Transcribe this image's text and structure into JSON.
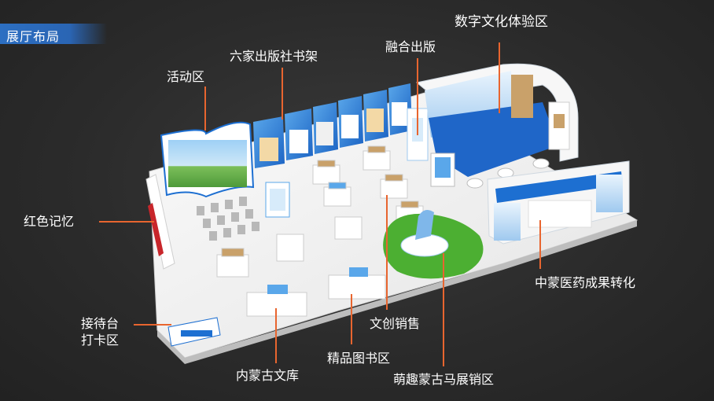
{
  "header": {
    "title": "展厅布局"
  },
  "labels": {
    "digital_culture": "数字文化体验区",
    "six_publishers": "六家出版社书架",
    "integrated_publishing": "融合出版",
    "activity": "活动区",
    "red_memory": "红色记忆",
    "reception_line1": "接待台",
    "reception_line2": "打卡区",
    "inner_mongolia_library": "内蒙古文库",
    "premium_books": "精品图书区",
    "creative_sales": "文创销售",
    "cute_horse_sales": "萌趣蒙古马展销区",
    "medicine_achievements": "中蒙医药成果转化"
  },
  "colors": {
    "background": "#2b2b2b",
    "title_bar": "#2c6fc2",
    "leader_line": "#e8652f",
    "floor": "#f2f2f2",
    "booth_blue": "#1d6fd1",
    "grass": "#4caf32"
  }
}
